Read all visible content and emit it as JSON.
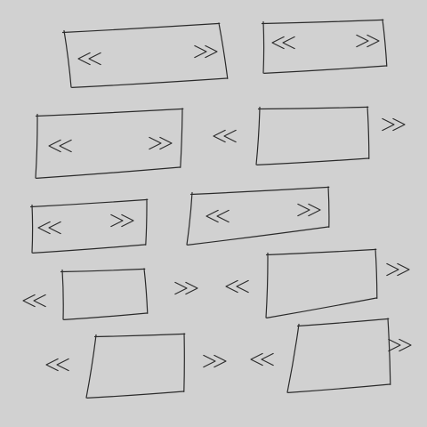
{
  "colors": {
    "background": "#d1d1d1",
    "ink": "#2a2a2a"
  },
  "diagram": {
    "panels": [
      {
        "id": "panel-1",
        "left_arrow": "inside",
        "right_arrow": "inside"
      },
      {
        "id": "panel-2",
        "left_arrow": "inside",
        "right_arrow": "inside"
      },
      {
        "id": "panel-3",
        "left_arrow": "inside",
        "right_arrow": "inside"
      },
      {
        "id": "panel-4",
        "left_arrow": "outside",
        "right_arrow": "outside"
      },
      {
        "id": "panel-5",
        "left_arrow": "inside",
        "right_arrow": "inside"
      },
      {
        "id": "panel-6",
        "left_arrow": "inside",
        "right_arrow": "inside"
      },
      {
        "id": "panel-7",
        "left_arrow": "outside",
        "right_arrow": "outside"
      },
      {
        "id": "panel-8",
        "left_arrow": "outside",
        "right_arrow": "outside"
      },
      {
        "id": "panel-9",
        "left_arrow": "outside",
        "right_arrow": "outside"
      },
      {
        "id": "panel-10",
        "left_arrow": "outside",
        "right_arrow": "outside"
      }
    ]
  }
}
